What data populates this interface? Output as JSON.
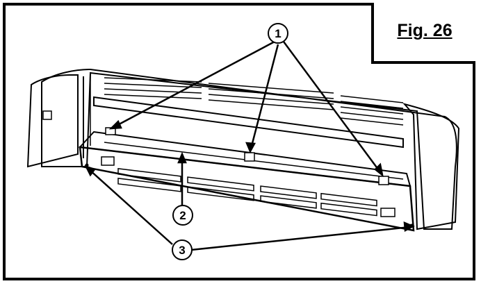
{
  "figure": {
    "label": "Fig. 26"
  },
  "callouts": [
    {
      "number": "1"
    },
    {
      "number": "2"
    },
    {
      "number": "3"
    }
  ],
  "colors": {
    "line": "#000000",
    "background": "#ffffff"
  }
}
